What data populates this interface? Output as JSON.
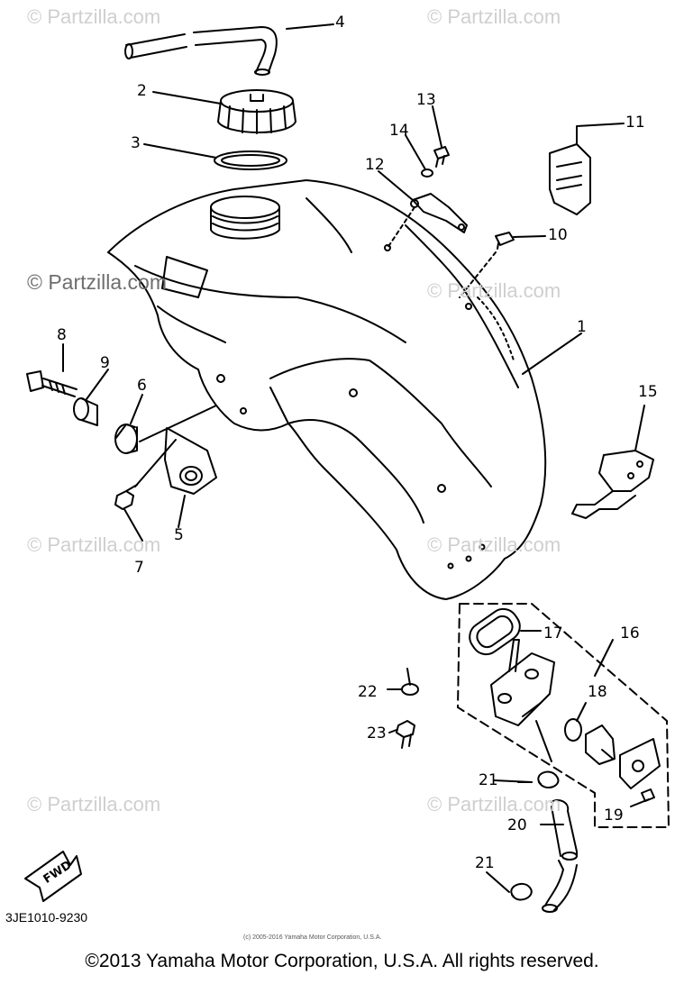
{
  "watermarks": [
    {
      "id": "wm1",
      "text": "© Partzilla.com"
    },
    {
      "id": "wm2",
      "text": "© Partzilla.com"
    },
    {
      "id": "wm3",
      "text": "© Partzilla.com"
    },
    {
      "id": "wm4",
      "text": "© Partzilla.com"
    },
    {
      "id": "wm5",
      "text": "© Partzilla.com"
    },
    {
      "id": "wm6",
      "text": "© Partzilla.com"
    },
    {
      "id": "wm7",
      "text": "© Partzilla.com"
    },
    {
      "id": "wm8",
      "text": "© Partzilla.com"
    }
  ],
  "callouts": [
    "1",
    "2",
    "3",
    "4",
    "5",
    "6",
    "7",
    "8",
    "9",
    "10",
    "11",
    "12",
    "13",
    "14",
    "15",
    "16",
    "17",
    "18",
    "19",
    "20",
    "21",
    "21",
    "22",
    "23"
  ],
  "fwd_label": "FWD",
  "diagram_code": "3JE1010-9230",
  "fine_print": "(c) 2005-2016 Yamaha Motor Corporation, U.S.A.",
  "copyright": "©2013 Yamaha Motor Corporation, U.S.A. All rights reserved."
}
